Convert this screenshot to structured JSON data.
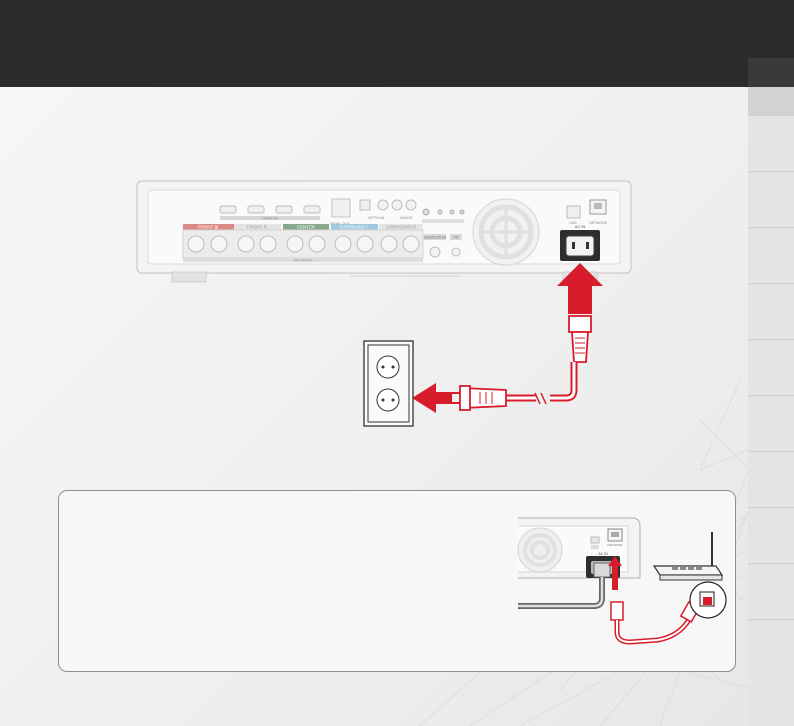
{
  "header": {
    "title": ""
  },
  "side_tabs": {
    "count": 10
  },
  "rear_panel": {
    "channel_labels": [
      "FRONT ⊞",
      "FRONT R",
      "CENTER",
      "SURROUND L",
      "SURROUND R"
    ],
    "channel_colors": [
      "#d98a86",
      "#bdbdbd",
      "#88a88c",
      "#9ec8e0",
      "#bdbdbd"
    ],
    "speakers_label": "SPEAKERS",
    "hdmi_in_label": "HDMI IN",
    "hdmi_out_label": "HDMI OUT",
    "optical_label": "OPTICAL",
    "audio_label": "AUDIO",
    "ac_in_label": "AC IN",
    "usb_label": "USB",
    "network_label": "NETWORK",
    "fm_label": "FM",
    "subwoofer_label": "SUBWOOFER"
  },
  "callout": {
    "ac_in_label": "AC IN",
    "network_label": "NETWORK"
  },
  "colors": {
    "accent": "#d71d2b",
    "dark": "#2b2b2b"
  }
}
